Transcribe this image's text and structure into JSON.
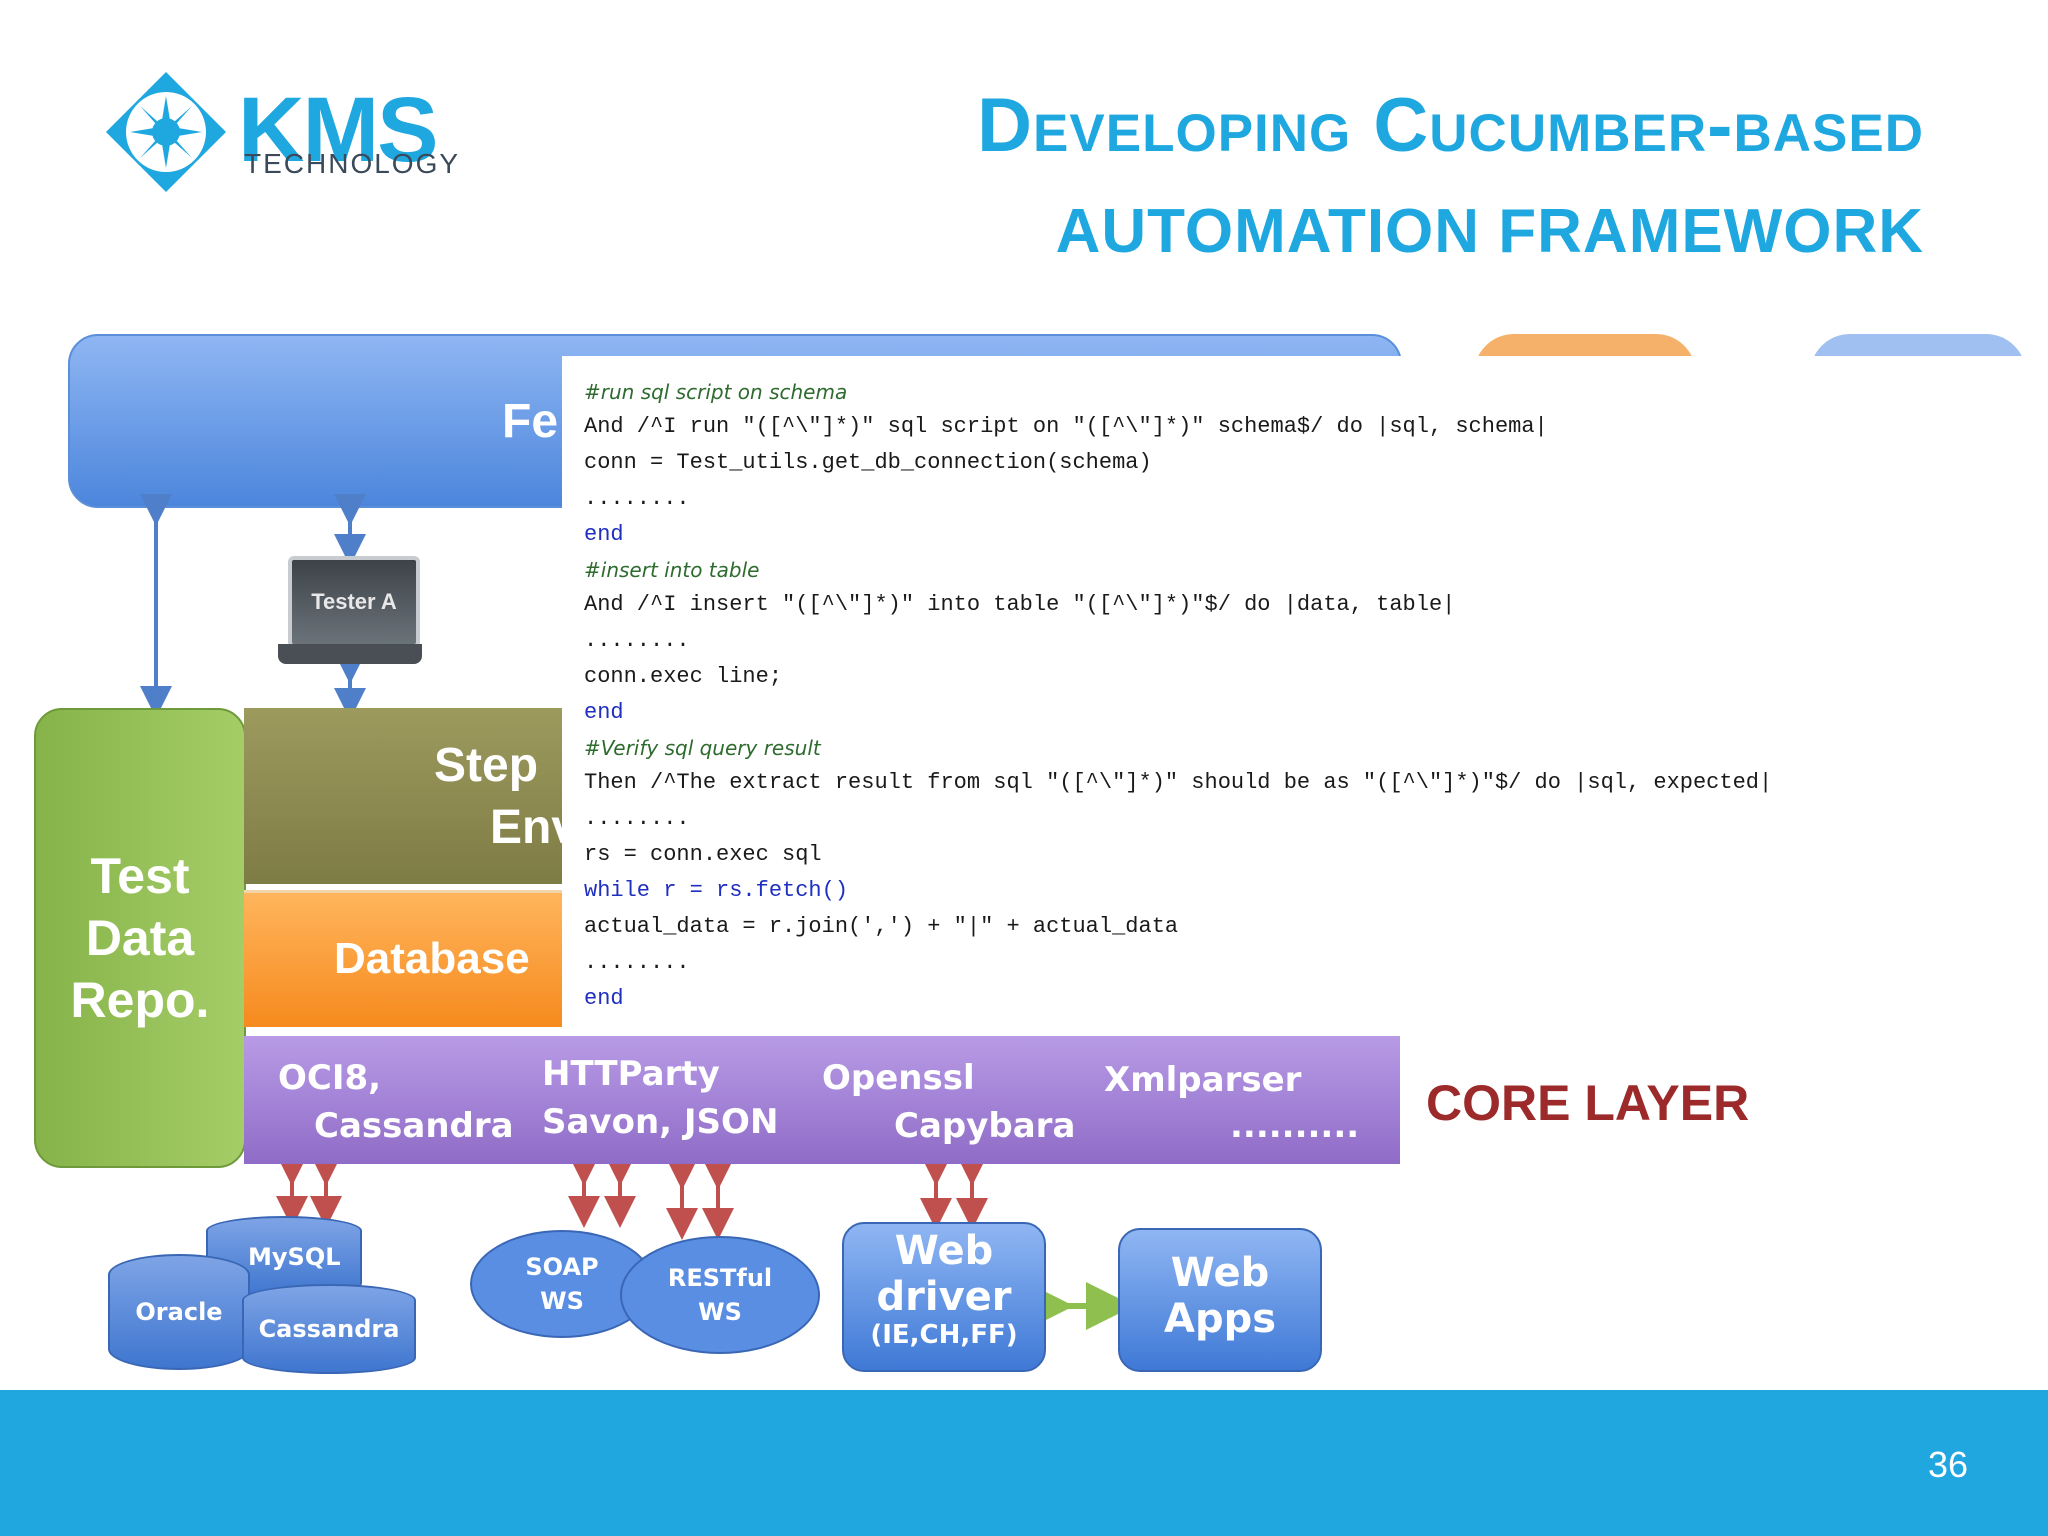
{
  "logo": {
    "name": "KMS",
    "sub": "TECHNOLOGY"
  },
  "title": {
    "line1": "Developing Cucumber-based",
    "line2": "automation framework"
  },
  "layers": {
    "feature": "Fe",
    "tester": "Tester A",
    "test_data": [
      "Test",
      "Data",
      "Repo."
    ],
    "step": "Step",
    "env": "Env",
    "database": "Database",
    "core_layer": "CORE LAYER"
  },
  "code_lines": [
    {
      "type": "comment",
      "text": "#run sql script on schema"
    },
    {
      "type": "code",
      "text": "And /^I run \"([^\\\"]*)\" sql script on \"([^\\\"]*)\" schema$/ do |sql, schema|"
    },
    {
      "type": "code",
      "text": "conn = Test_utils.get_db_connection(schema)"
    },
    {
      "type": "code",
      "text": "........"
    },
    {
      "type": "kw",
      "text": "end"
    },
    {
      "type": "comment",
      "text": "#insert into table"
    },
    {
      "type": "code",
      "text": "And /^I insert \"([^\\\"]*)\" into table \"([^\\\"]*)\"$/ do |data, table|"
    },
    {
      "type": "code",
      "text": "........"
    },
    {
      "type": "code",
      "text": "conn.exec line;"
    },
    {
      "type": "kw",
      "text": "end"
    },
    {
      "type": "comment",
      "text": "#Verify sql query result"
    },
    {
      "type": "code",
      "text": "Then /^The extract result from sql \"([^\\\"]*)\" should be as \"([^\\\"]*)\"$/ do |sql, expected|"
    },
    {
      "type": "code",
      "text": "........"
    },
    {
      "type": "code",
      "text": "rs = conn.exec sql"
    },
    {
      "type": "code",
      "text": "while r = rs.fetch()"
    },
    {
      "type": "code",
      "text": "actual_data = r.join(',') + \"|\" + actual_data"
    },
    {
      "type": "code",
      "text": "........"
    },
    {
      "type": "kw",
      "text": "end"
    }
  ],
  "core_items": {
    "oci8": "OCI8,",
    "cassandra": "Cassandra",
    "httparty": "HTTParty",
    "savon": "Savon, JSON",
    "openssl": "Openssl",
    "capybara": "Capybara",
    "xmlparser": "Xmlparser",
    "more": ".........."
  },
  "components": {
    "mysql": "MySQL",
    "oracle": "Oracle",
    "cassandra": "Cassandra",
    "soap": [
      "SOAP",
      "WS"
    ],
    "restful": [
      "RESTful",
      "WS"
    ],
    "webdriver": [
      "Web",
      "driver",
      "(IE,CH,FF)"
    ],
    "webapps": [
      "Web",
      "Apps"
    ]
  },
  "page_number": "36"
}
